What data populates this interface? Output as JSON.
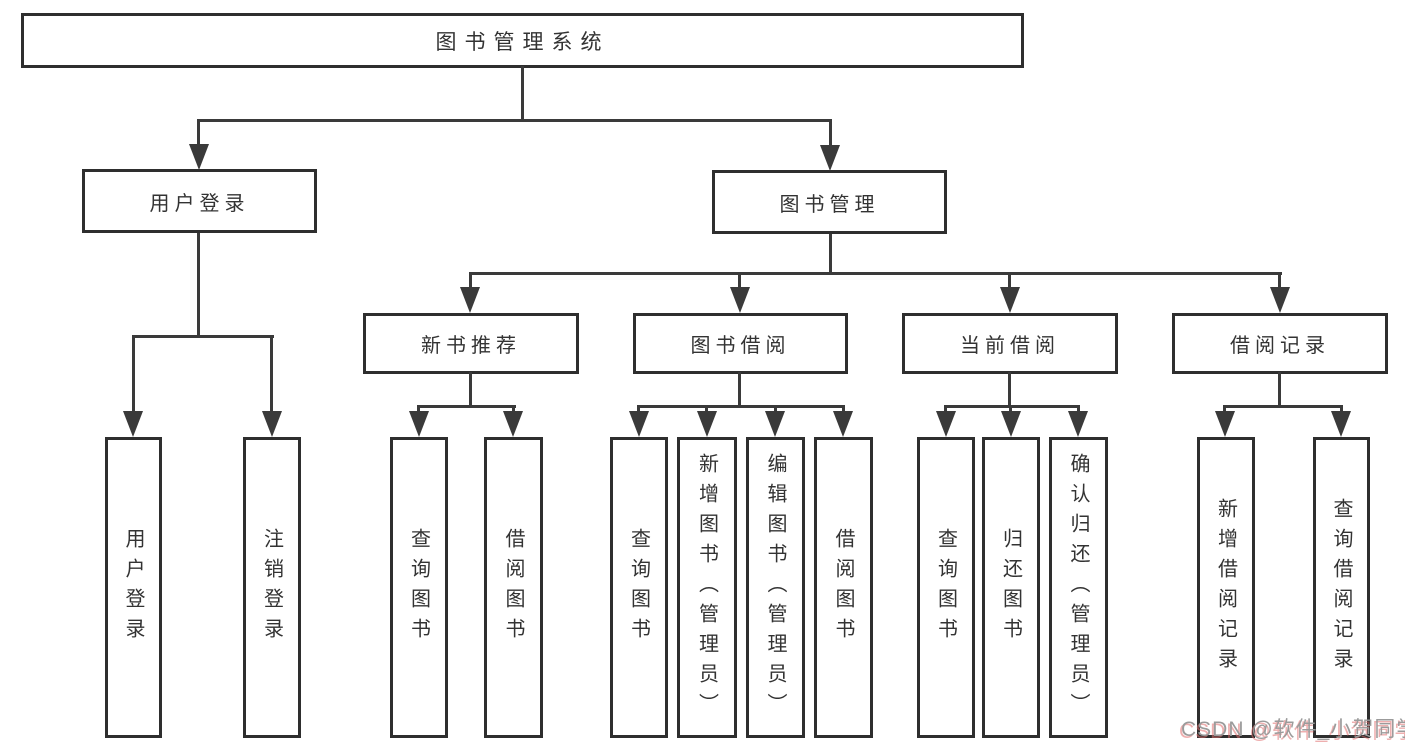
{
  "tree": {
    "root": {
      "label": "图书管理系统"
    },
    "branches": [
      {
        "label": "用户登录",
        "children": [
          {
            "label": "用户登录"
          },
          {
            "label": "注销登录"
          }
        ]
      },
      {
        "label": "图书管理",
        "children": [
          {
            "label": "新书推荐",
            "children": [
              {
                "label": "查询图书"
              },
              {
                "label": "借阅图书"
              }
            ]
          },
          {
            "label": "图书借阅",
            "children": [
              {
                "label": "查询图书"
              },
              {
                "label": "新增图书（管理员）"
              },
              {
                "label": "编辑图书（管理员）"
              },
              {
                "label": "借阅图书"
              }
            ]
          },
          {
            "label": "当前借阅",
            "children": [
              {
                "label": "查询图书"
              },
              {
                "label": "归还图书"
              },
              {
                "label": "确认归还（管理员）"
              }
            ]
          },
          {
            "label": "借阅记录",
            "children": [
              {
                "label": "新增借阅记录"
              },
              {
                "label": "查询借阅记录"
              }
            ]
          }
        ]
      }
    ]
  },
  "watermark": {
    "text": "CSDN @软件_小贺同学"
  },
  "colors": {
    "background": "#ffffff",
    "box_border": "#2e2e2e",
    "connector_line": "#3a3a3a",
    "text": "#333333",
    "watermark_text": "#9b9b9b",
    "watermark_shadow": "#e06e6e"
  }
}
